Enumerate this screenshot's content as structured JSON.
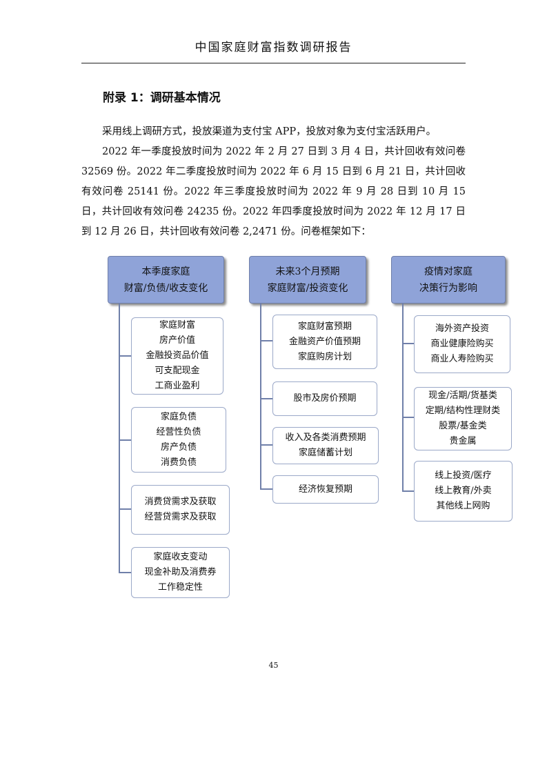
{
  "header": {
    "title": "中国家庭财富指数调研报告"
  },
  "section": {
    "title": "附录 1：调研基本情况"
  },
  "paragraphs": [
    "采用线上调研方式，投放渠道为支付宝 APP，投放对象为支付宝活跃用户。",
    "2022 年一季度投放时间为 2022 年 2 月 27 日到 3 月 4 日，共计回收有效问卷 32569 份。2022 年二季度投放时间为 2022 年 6 月 15 日到 6 月 21 日，共计回收有效问卷 25141 份。2022 年三季度投放时间为 2022 年 9 月 28 日到 10 月 15 日，共计回收有效问卷 24235 份。2022 年四季度投放时间为 2022 年 12 月 17 日到 12 月 26 日，共计回收有效问卷 2,2471 份。问卷框架如下："
  ],
  "diagram": {
    "columns": [
      {
        "head": [
          "本季度家庭",
          "财富/负债/收支变化"
        ],
        "children": [
          [
            "家庭财富",
            "房产价值",
            "金融投资品价值",
            "可支配现金",
            "工商业盈利"
          ],
          [
            "家庭负债",
            "经营性负债",
            "房产负债",
            "消费负债"
          ],
          [
            "消费贷需求及获取",
            "经营贷需求及获取"
          ],
          [
            "家庭收支变动",
            "现金补助及消费券",
            "工作稳定性"
          ]
        ]
      },
      {
        "head": [
          "未来3个月预期",
          "家庭财富/投资变化"
        ],
        "children": [
          [
            "家庭财富预期",
            "金融资产价值预期",
            "家庭购房计划"
          ],
          [
            "股市及房价预期"
          ],
          [
            "收入及各类消费预期",
            "家庭储蓄计划"
          ],
          [
            "经济恢复预期"
          ]
        ]
      },
      {
        "head": [
          "疫情对家庭",
          "决策行为影响"
        ],
        "children": [
          [
            "海外资产投资",
            "商业健康险购买",
            "商业人寿险购买"
          ],
          [
            "现金/活期/货基类",
            "定期/结构性理财类",
            "股票/基金类",
            "贵金属"
          ],
          [
            "线上投资/医疗",
            "线上教育/外卖",
            "其他线上网购"
          ]
        ]
      }
    ]
  },
  "page": {
    "number": "45"
  }
}
